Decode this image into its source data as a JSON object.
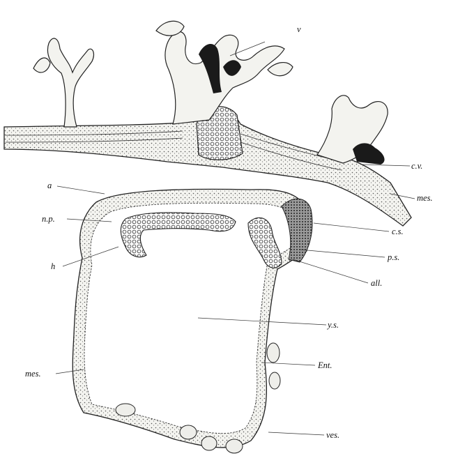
{
  "figure": {
    "labels": {
      "v": "v",
      "cv": "c.v.",
      "mes_right": "mes.",
      "a": "a",
      "np": "n.p.",
      "cs": "c.s.",
      "ps": "p.s.",
      "h": "h",
      "all": "all.",
      "ys": "y.s.",
      "mes_left": "mes.",
      "ent": "Ent.",
      "ves": "ves."
    }
  }
}
